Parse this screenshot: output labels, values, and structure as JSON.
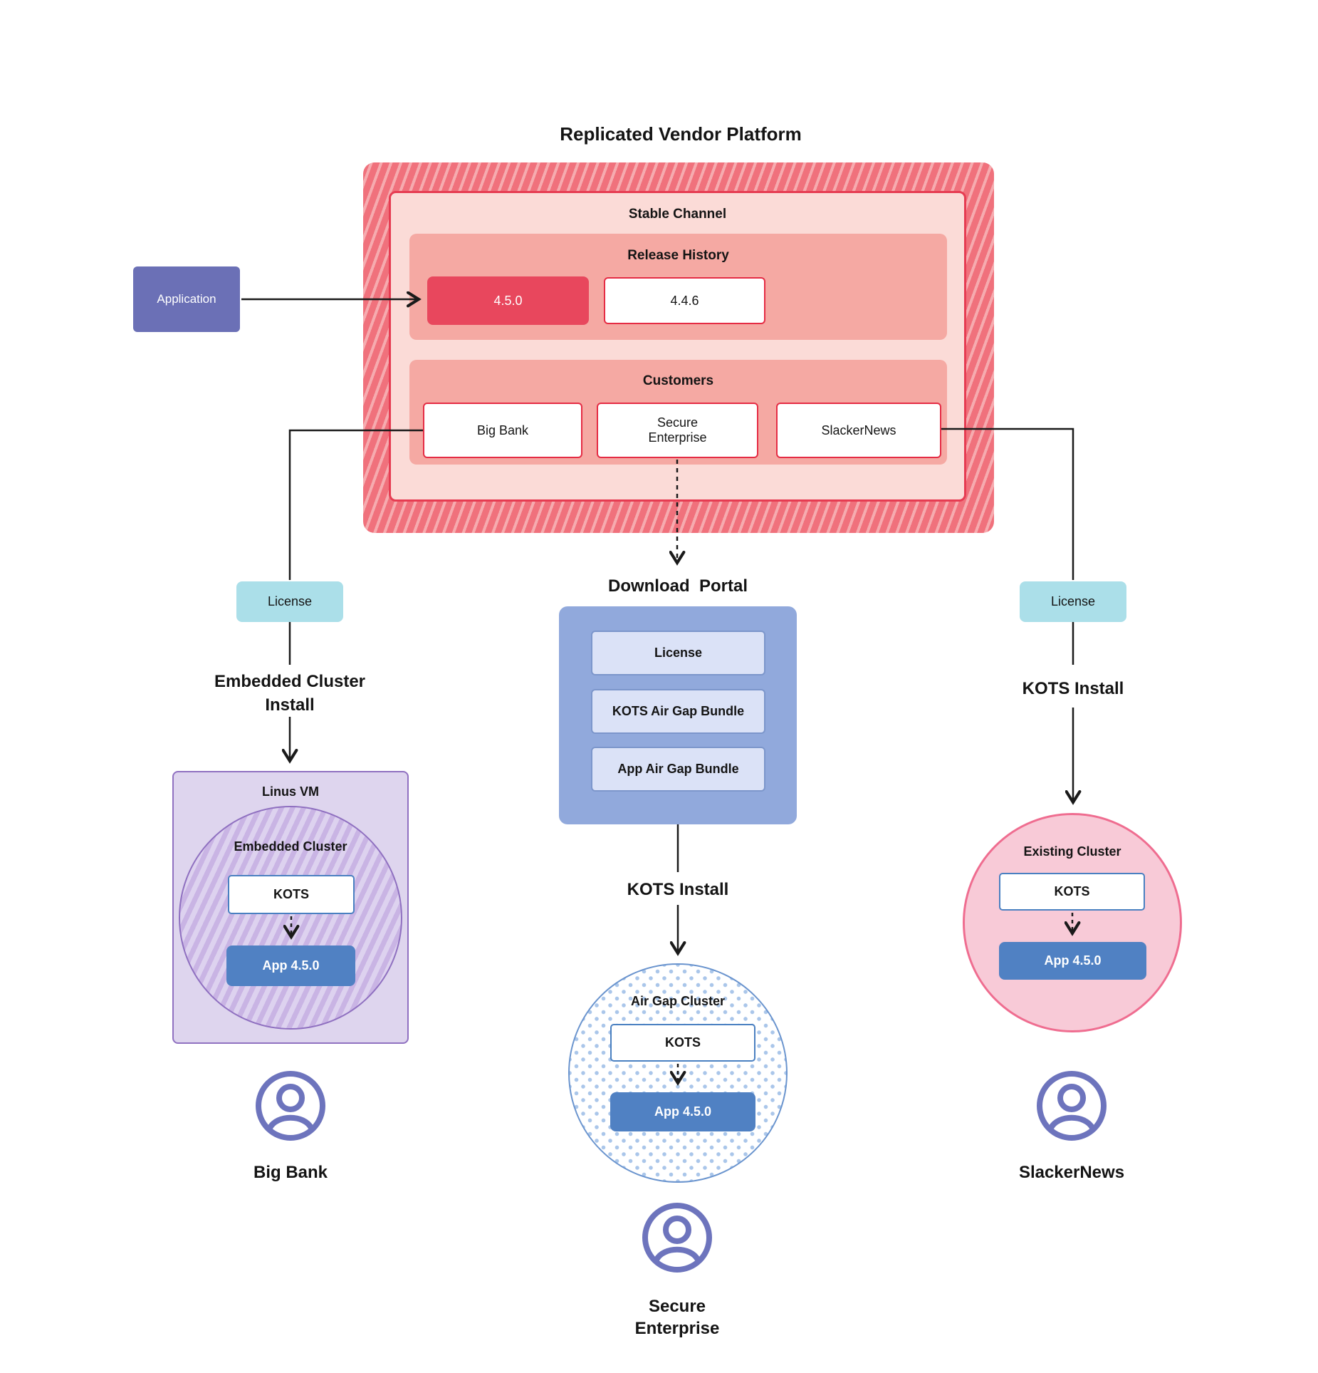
{
  "title": "Replicated Vendor Platform",
  "colors": {
    "stripe_red_dark": "#f0717c",
    "stripe_red_light": "#f6abaf",
    "channel_bg": "#fbdbd7",
    "channel_border": "#e63c52",
    "panel_salmon": "#f5a9a3",
    "release_highlight_bg": "#e8475d",
    "customer_border": "#e52c44",
    "application_purple": "#6b70b6",
    "license_teal": "#abdfe9",
    "portal_blue": "#91a9dc",
    "bundle_bg": "#dbe2f7",
    "bundle_border": "#7c96cb",
    "vm_purple_bg": "#ded5ee",
    "vm_purple_border": "#9071c1",
    "kots_border": "#4a80c1",
    "app_blue": "#5081c3",
    "existing_pink_bg": "#f8cad7",
    "existing_pink_border": "#ef6d90",
    "user_icon_purple": "#6d74bd",
    "connector_black": "#1a1a1a"
  },
  "application_label": "Application",
  "platform": {
    "stable_channel_label": "Stable Channel",
    "release_history_label": "Release History",
    "release_current": "4.5.0",
    "release_previous": "4.4.6",
    "customers_label": "Customers",
    "customer_1": "Big Bank",
    "customer_2": "Secure Enterprise",
    "customer_3": "SlackerNews"
  },
  "left_flow": {
    "license": "License",
    "install_label": "Embedded Cluster Install",
    "vm_label": "Linus VM",
    "cluster_label": "Embedded Cluster",
    "kots_label": "KOTS",
    "app_label": "App 4.5.0",
    "user_label": "Big Bank"
  },
  "center_flow": {
    "portal_label": "Download  Portal",
    "portal_item_1": "License",
    "portal_item_2": "KOTS Air Gap Bundle",
    "portal_item_3": "App Air Gap Bundle",
    "install_label": "KOTS Install",
    "cluster_label": "Air Gap Cluster",
    "kots_label": "KOTS",
    "app_label": "App 4.5.0",
    "user_label": "Secure Enterprise"
  },
  "right_flow": {
    "license": "License",
    "install_label": "KOTS Install",
    "cluster_label": "Existing Cluster",
    "kots_label": "KOTS",
    "app_label": "App 4.5.0",
    "user_label": "SlackerNews"
  }
}
